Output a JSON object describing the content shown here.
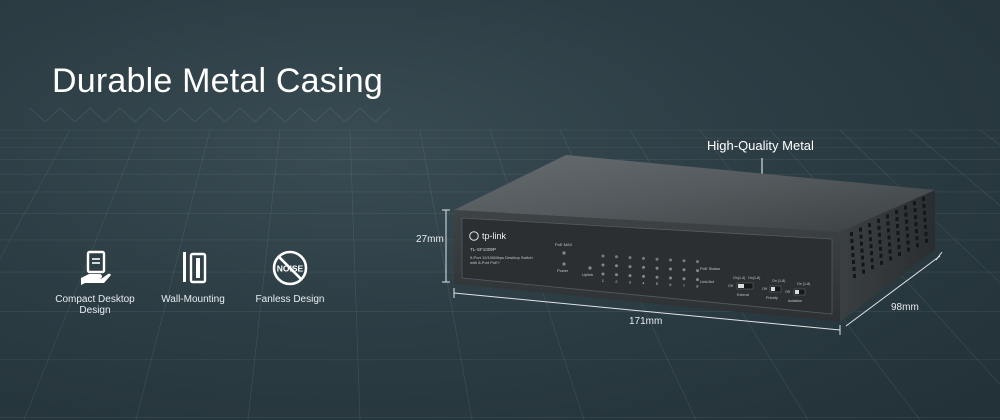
{
  "headline": "Durable Metal Casing",
  "features": [
    {
      "icon": "desktop-hand-icon",
      "label": "Compact Desktop Design"
    },
    {
      "icon": "wall-mount-icon",
      "label": "Wall-Mounting"
    },
    {
      "icon": "no-noise-icon",
      "label": "Fanless Design",
      "icon_text": "NOISE"
    }
  ],
  "callout": "High-Quality Metal",
  "dimensions": {
    "height": "27mm",
    "width": "171mm",
    "depth": "98mm"
  },
  "device": {
    "brand": "tp-link",
    "model": "TL-SF1009P",
    "description_line1": "9-Port 10/100Mbps Desktop Switch",
    "description_line2": "with 8-Port PoE+",
    "poe_max": "PoE MAX",
    "power": "Power",
    "uplink": "Uplink",
    "port_numbers": [
      "1",
      "2",
      "3",
      "4",
      "5",
      "6",
      "7",
      "8"
    ],
    "poe_status": "PoE Status",
    "link_act": "Link/Act",
    "switches": [
      {
        "top_left": "On(1-4)",
        "top_right": "On(1-8)",
        "off": "Off",
        "name": "Extend"
      },
      {
        "top_right": "On (1-8)",
        "off": "Off",
        "name": "Priority"
      },
      {
        "top_right": "On (1-8)",
        "off": "Off",
        "name": "Isolation"
      }
    ]
  },
  "colors": {
    "background": "#2c3d44",
    "device": "#4a5053",
    "accent": "#ffffff"
  }
}
